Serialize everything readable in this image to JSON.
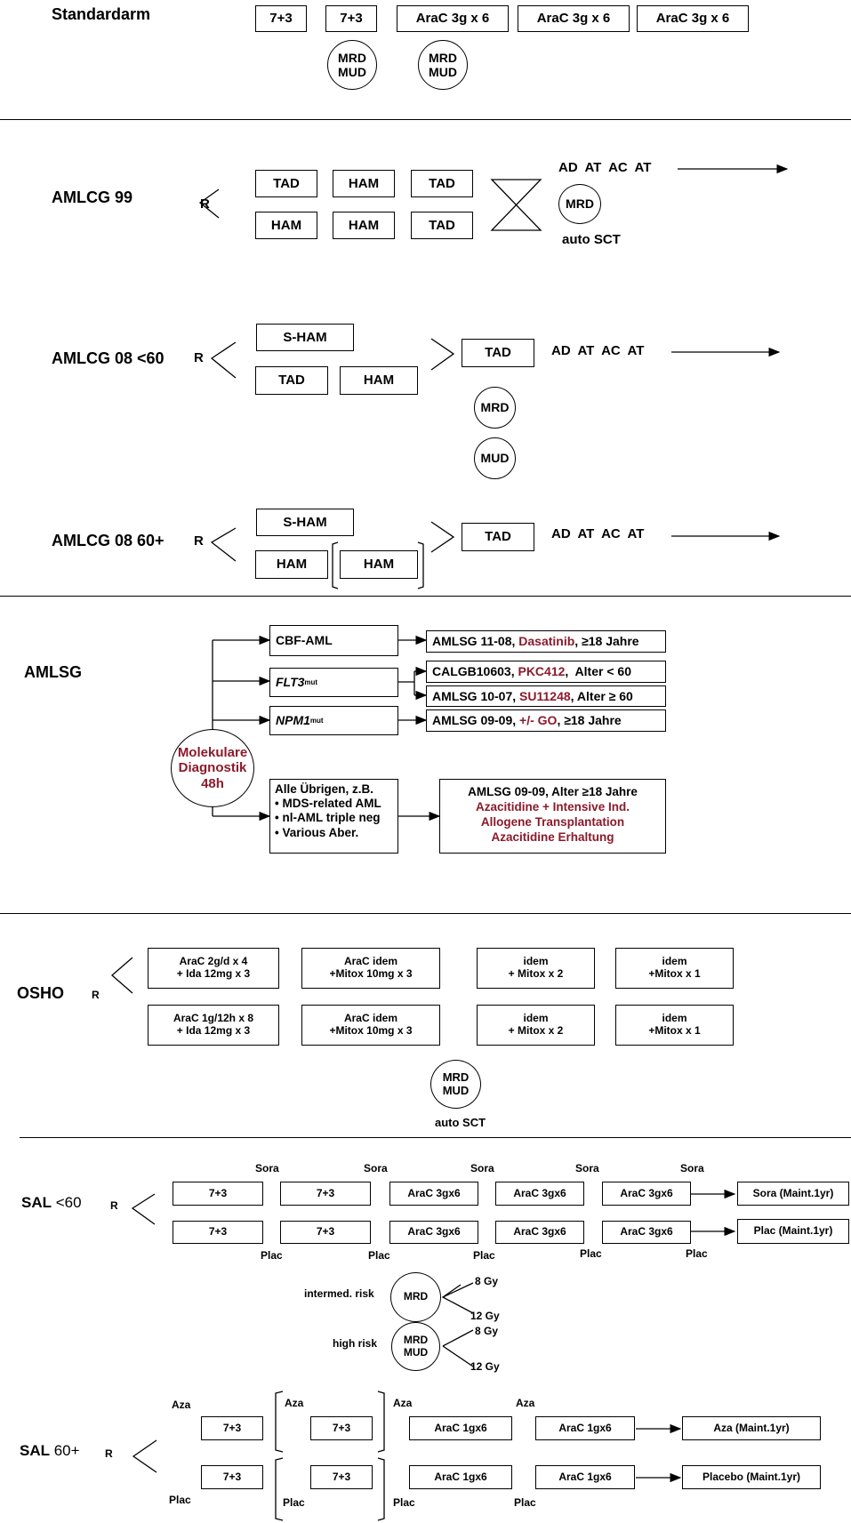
{
  "colors": {
    "accent_red": "#8b1a2b",
    "line": "#000000"
  },
  "standard": {
    "title": "Standardarm",
    "boxes": [
      "7+3",
      "7+3",
      "AraC 3g x 6",
      "AraC 3g x 6",
      "AraC 3g x 6"
    ],
    "circle1": [
      "MRD",
      "MUD"
    ],
    "circle2": [
      "MRD",
      "MUD"
    ]
  },
  "amlcg99": {
    "title": "AMLCG 99",
    "r": "R",
    "row1": [
      "TAD",
      "HAM",
      "TAD"
    ],
    "row2": [
      "HAM",
      "HAM",
      "TAD"
    ],
    "tail": "AD  AT  AC  AT",
    "circle": "MRD",
    "auto": "auto SCT"
  },
  "amlcg08": {
    "title": "AMLCG 08 <60",
    "r": "R",
    "shaml": "S-HAM",
    "row2": [
      "TAD",
      "HAM"
    ],
    "tad": "TAD",
    "tail": "AD  AT  AC  AT",
    "circle1": "MRD",
    "circle2": "MUD"
  },
  "amlcg0860": {
    "title": "AMLCG 08 60+",
    "r": "R",
    "shaml": "S-HAM",
    "row2": [
      "HAM",
      "HAM"
    ],
    "tad": "TAD",
    "tail": "AD  AT  AC  AT"
  },
  "amlsg": {
    "title": "AMLSG",
    "circle": [
      "Molekulare",
      "Diagnostik",
      "48h"
    ],
    "cbf": "CBF-AML",
    "flt3": "FLT3",
    "flt3_sup": "mut",
    "npm1": "NPM1",
    "npm1_sup": "mut",
    "others_title": "Alle Übrigen, z.B.",
    "others": [
      "• MDS-related  AML",
      "• nl-AML triple neg",
      "• Various  Aber."
    ],
    "t1_a": "AMLSG 11-08, ",
    "t1_b": "Dasatinib",
    "t1_c": ", ≥18 Jahre",
    "t2_a": "CALGB10603, ",
    "t2_b": "PKC412",
    "t2_c": ",  Alter < 60",
    "t3_a": "AMLSG 10-07, ",
    "t3_b": "SU11248",
    "t3_c": ", Alter ≥ 60",
    "t4_a": "AMLSG 09-09, ",
    "t4_b": "+/- GO",
    "t4_c": ", ≥18 Jahre",
    "t5": [
      "AMLSG 09-09, Alter ≥18 Jahre",
      "Azacitidine  + Intensive Ind.",
      "Allogene  Transplantation",
      "Azacitidine  Erhaltung"
    ]
  },
  "osho": {
    "title": "OSHO",
    "r": "R",
    "row1": [
      [
        "AraC 2g/d x 4",
        "+ Ida 12mg x 3"
      ],
      [
        "AraC idem",
        "+Mitox 10mg x 3"
      ],
      [
        "idem",
        "+ Mitox x 2"
      ],
      [
        "idem",
        "+Mitox x 1"
      ]
    ],
    "row2": [
      [
        "AraC 1g/12h x 8",
        "+ Ida 12mg x 3"
      ],
      [
        "AraC idem",
        "+Mitox 10mg x 3"
      ],
      [
        "idem",
        "+ Mitox  x 2"
      ],
      [
        "idem",
        "+Mitox x 1"
      ]
    ],
    "circle": [
      "MRD",
      "MUD"
    ],
    "auto": "auto SCT"
  },
  "sal60": {
    "title_bold": "SAL",
    "title_rest": " <60",
    "r": "R",
    "sora": "Sora",
    "plac": "Plac",
    "row1": [
      "7+3",
      "7+3",
      "AraC 3gx6",
      "AraC 3gx6",
      "AraC 3gx6"
    ],
    "row2": [
      "7+3",
      "7+3",
      "AraC 3gx6",
      "AraC 3gx6",
      "AraC 3gx6"
    ],
    "maint1": "Sora (Maint.1yr)",
    "maint2": "Plac (Maint.1yr)",
    "intermed": "intermed. risk",
    "high": "high risk",
    "circle1": "MRD",
    "circle2": [
      "MRD",
      "MUD"
    ],
    "gy8": "8 Gy",
    "gy12": "12 Gy"
  },
  "sal60p": {
    "title_bold": "SAL",
    "title_rest": " 60+",
    "r": "R",
    "aza": "Aza",
    "plac": "Plac",
    "row1": [
      "7+3",
      "7+3",
      "AraC 1gx6",
      "AraC 1gx6"
    ],
    "row2": [
      "7+3",
      "7+3",
      "AraC 1gx6",
      "AraC 1gx6"
    ],
    "maint1": "Aza (Maint.1yr)",
    "maint2": "Placebo (Maint.1yr)"
  }
}
